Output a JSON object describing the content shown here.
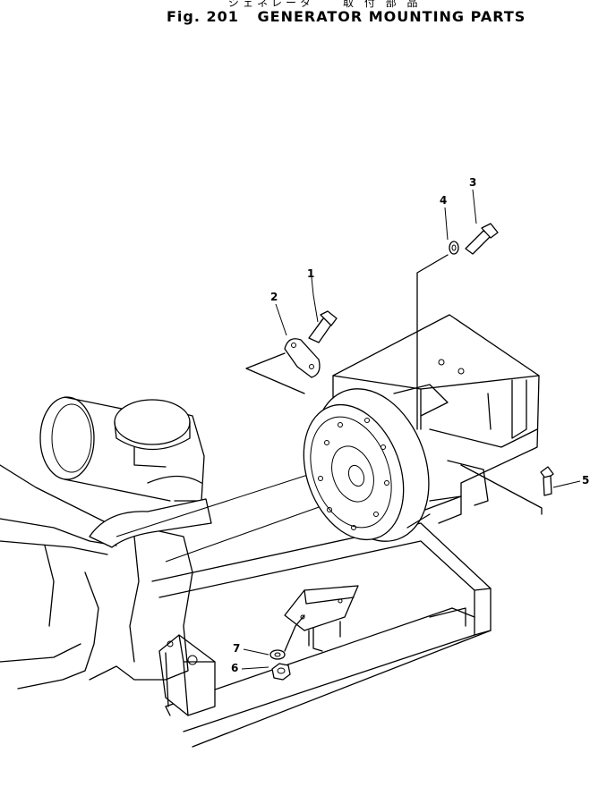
{
  "header": {
    "japanese_title": "ジェネレータ　　取 付 部 品",
    "figure_number": "Fig. 201",
    "title": "GENERATOR MOUNTING PARTS"
  },
  "callouts": [
    {
      "id": "1",
      "label": "1",
      "part": "bolt"
    },
    {
      "id": "2",
      "label": "2",
      "part": "plate"
    },
    {
      "id": "3",
      "label": "3",
      "part": "bolt"
    },
    {
      "id": "4",
      "label": "4",
      "part": "washer"
    },
    {
      "id": "5",
      "label": "5",
      "part": "bolt"
    },
    {
      "id": "6",
      "label": "6",
      "part": "nut"
    },
    {
      "id": "7",
      "label": "7",
      "part": "washer"
    }
  ]
}
